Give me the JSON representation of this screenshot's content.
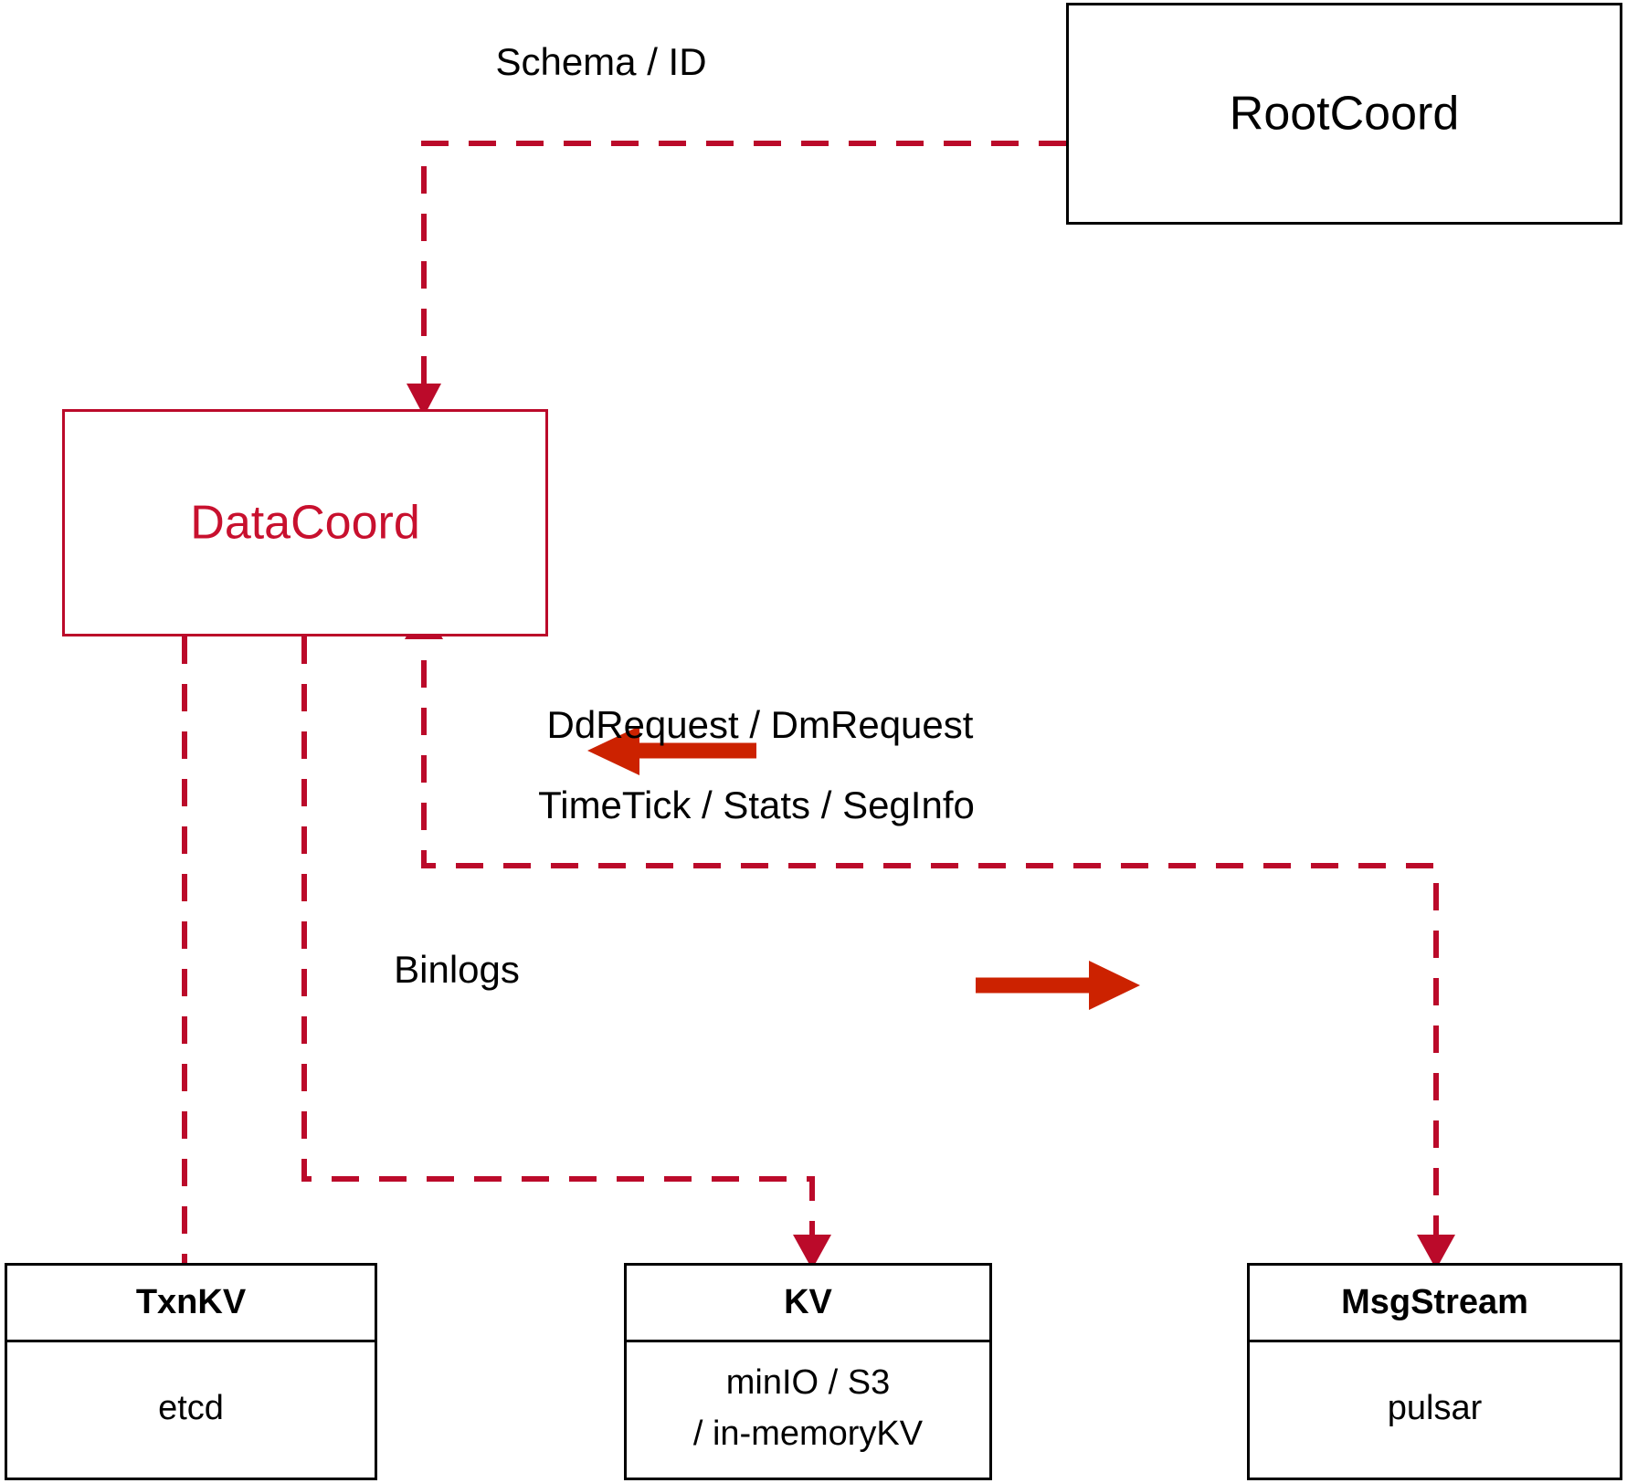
{
  "diagram": {
    "title": "DataCoord architecture",
    "colors": {
      "accent": "#C8102E",
      "dashed_line": "#BB0A2A",
      "solid_arrow": "#CC2200",
      "box_border": "#000000",
      "background": "#FFFFFF"
    },
    "nodes": [
      {
        "id": "rootcoord",
        "name": "RootCoord",
        "style": "plain",
        "label": "RootCoord"
      },
      {
        "id": "datacoord",
        "name": "DataCoord",
        "style": "accent",
        "label": "DataCoord"
      },
      {
        "id": "txnkv",
        "name": "TxnKV",
        "style": "split",
        "header": "TxnKV",
        "body": [
          "etcd"
        ]
      },
      {
        "id": "kv",
        "name": "KV",
        "style": "split",
        "header": "KV",
        "body": [
          "minIO / S3",
          "/ in-memoryKV"
        ]
      },
      {
        "id": "msgstream",
        "name": "MsgStream",
        "style": "split",
        "header": "MsgStream",
        "body": [
          "pulsar"
        ]
      }
    ],
    "edge_labels": [
      {
        "id": "schema-id",
        "text": "Schema / ID"
      },
      {
        "id": "dd-dm-request",
        "text": "DdRequest / DmRequest"
      },
      {
        "id": "timetick-stats-seginfo",
        "text": "TimeTick / Stats / SegInfo"
      },
      {
        "id": "binlogs",
        "text": "Binlogs"
      }
    ],
    "edges": [
      {
        "from": "rootcoord",
        "to": "datacoord",
        "label": "Schema / ID",
        "style": "dashed",
        "arrow": "to"
      },
      {
        "from": "msgstream",
        "to": "datacoord",
        "label": "DdRequest / DmRequest",
        "style": "dashed",
        "arrow": "to"
      },
      {
        "from": "datacoord",
        "to": "msgstream",
        "label": "TimeTick / Stats / SegInfo",
        "style": "dashed",
        "arrow": "to"
      },
      {
        "from": "datacoord",
        "to": "kv",
        "label": "Binlogs",
        "style": "dashed",
        "arrow": "to"
      },
      {
        "from": "datacoord",
        "to": "txnkv",
        "label": "",
        "style": "dashed",
        "arrow": "none"
      }
    ]
  }
}
